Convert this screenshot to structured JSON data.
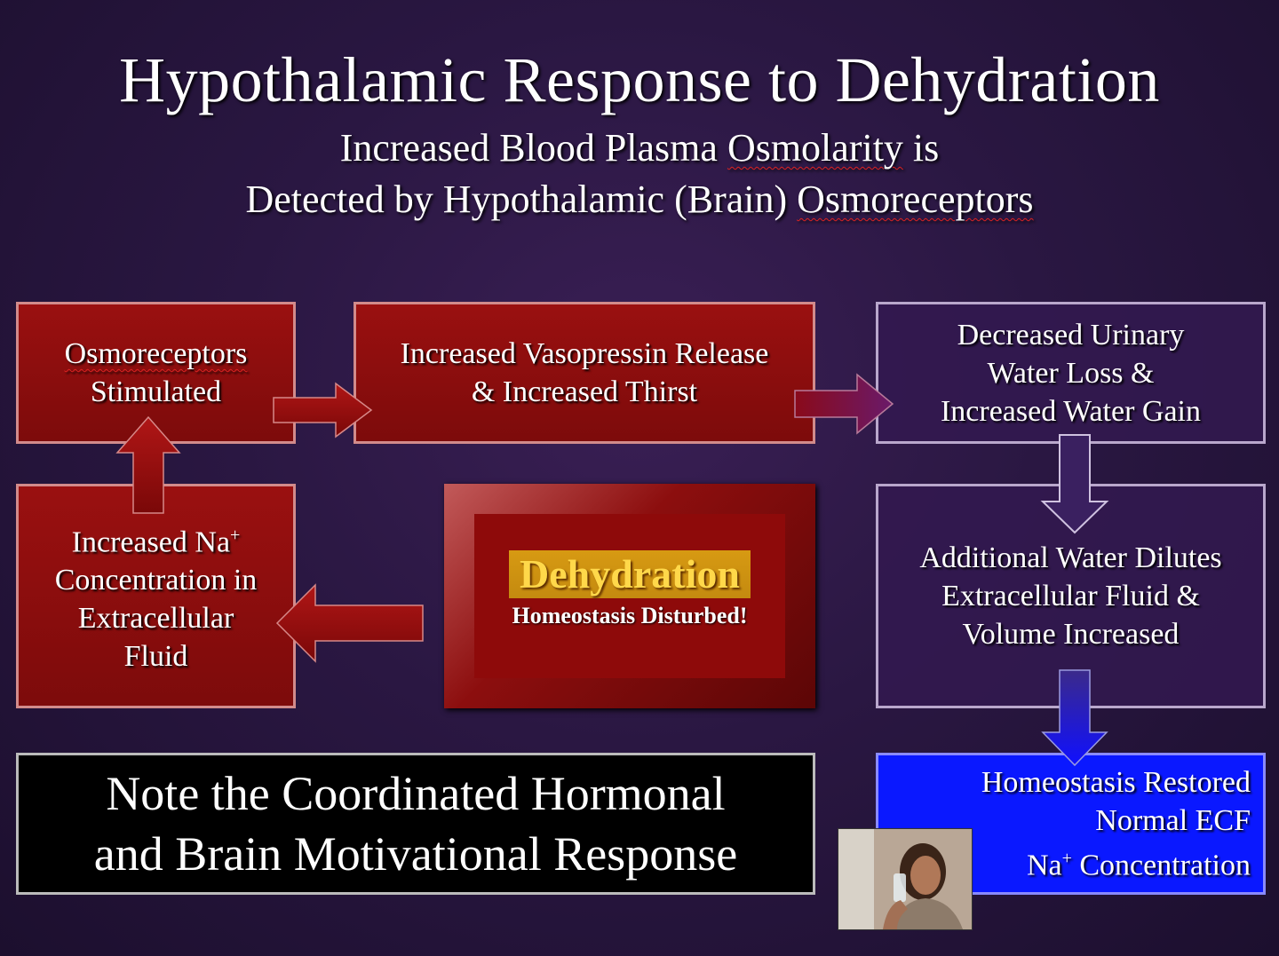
{
  "title": "Hypothalamic Response to Dehydration",
  "subtitle": {
    "line1_a": "Increased Blood Plasma ",
    "line1_b": "Osmolarity",
    "line1_c": " is",
    "line2_a": "Detected by Hypothalamic (Brain) ",
    "line2_b": "Osmoreceptors"
  },
  "boxes": {
    "osmoreceptors": {
      "line1": "Osmoreceptors",
      "line2": "Stimulated"
    },
    "vasopressin": {
      "line1": "Increased Vasopressin Release",
      "line2": "& Increased Thirst"
    },
    "urinary": {
      "line1": "Decreased Urinary",
      "line2": "Water Loss &",
      "line3": "Increased Water Gain"
    },
    "sodium": {
      "line1a": "Increased Na",
      "line1sup": "+",
      "line2": "Concentration in",
      "line3": "Extracellular",
      "line4": "Fluid"
    },
    "dehydration": {
      "title": "Dehydration",
      "subtitle": "Homeostasis Disturbed!"
    },
    "dilutes": {
      "line1": "Additional Water Dilutes",
      "line2": "Extracellular Fluid &",
      "line3": "Volume Increased"
    },
    "note": {
      "line1": "Note the Coordinated Hormonal",
      "line2": "and Brain Motivational Response"
    },
    "restored": {
      "line1": "Homeostasis Restored",
      "line2": "Normal ECF",
      "line3a": "Na",
      "line3sup": "+",
      "line3b": " Concentration"
    }
  },
  "photo_icon": "woman-drinking-water-photo",
  "colors": {
    "red_box": "#8e0a0a",
    "blue_box": "#0a18ff",
    "highlight": "#d79a12",
    "background": "#2a1742"
  }
}
